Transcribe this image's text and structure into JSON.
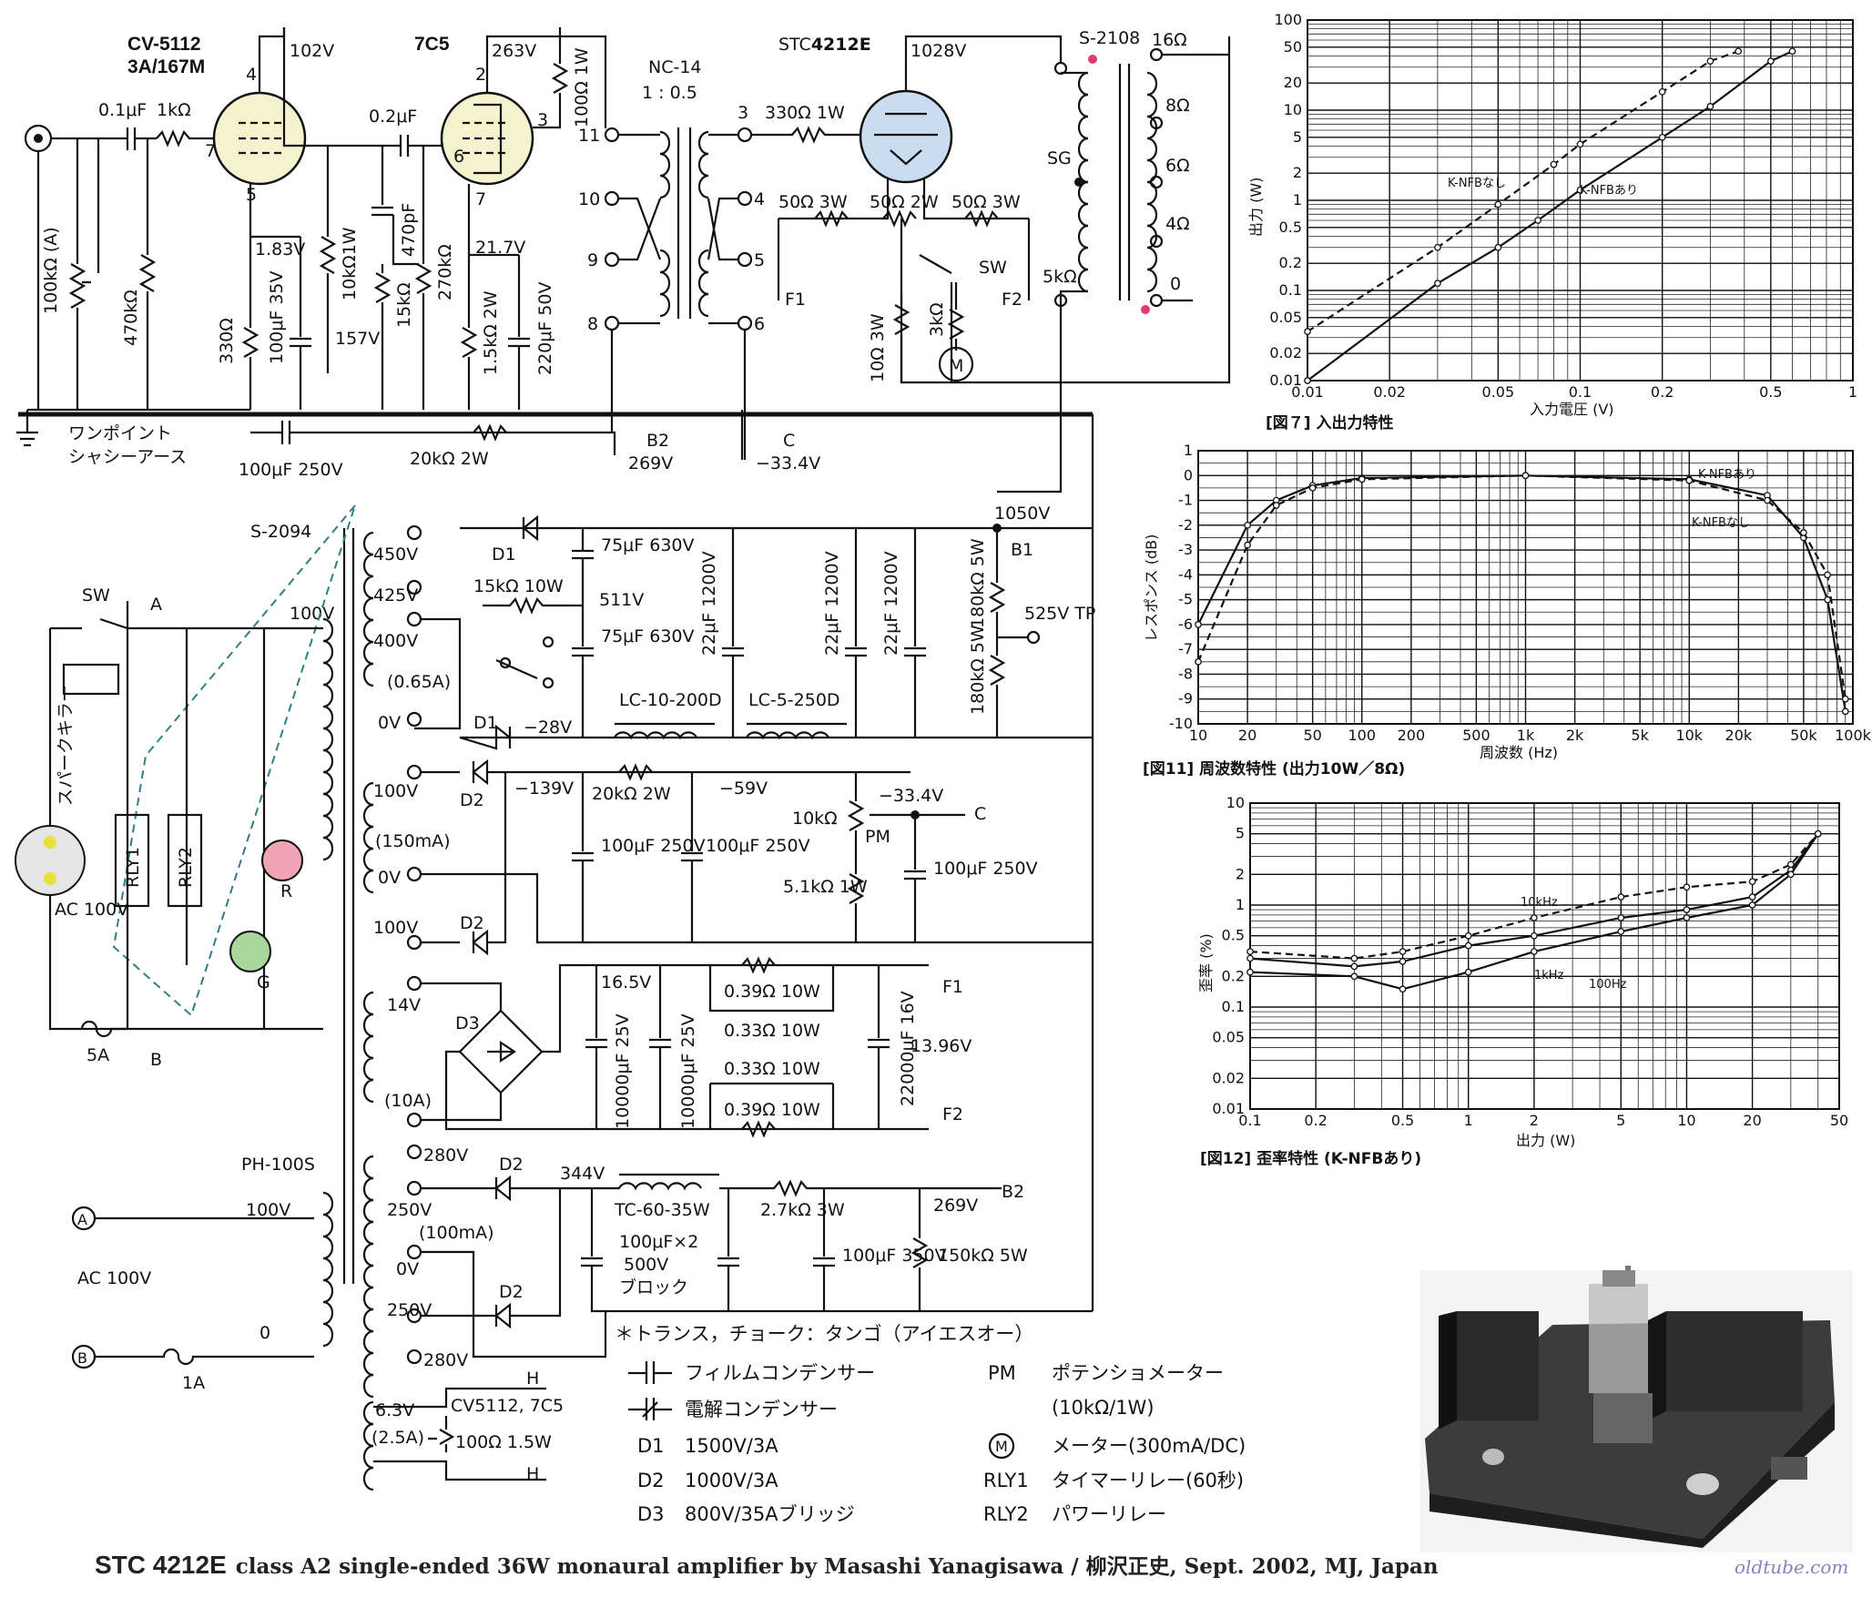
{
  "tubes": {
    "v1": {
      "name": "CV-5112",
      "sub": "3A/167M",
      "plate_v": "102V",
      "cathode_v": "1.83V",
      "pin_a": "4",
      "pin_g": "7",
      "pin_k": "5"
    },
    "v2": {
      "name": "7C5",
      "plate_v": "263V",
      "cathode_v": "21.7V",
      "screen_v": "157V",
      "pin_a": "2",
      "pin_g": "6",
      "pin_k": "7",
      "pin_s": "3"
    },
    "v3": {
      "name_pre": "STC",
      "name_bold": "4212E",
      "plate_v": "1028V"
    }
  },
  "input_section": {
    "r_vol": "100kΩ (A)",
    "r_grid": "470kΩ",
    "c_in": "0.1μF",
    "r_stop": "1kΩ",
    "r_cath": "330Ω",
    "c_cath": "100μF 35V",
    "r_plate": "10kΩ1W",
    "c_coup": "0.2μF",
    "c_comp": "470pF",
    "r_pot": "15kΩ",
    "r_g2": "270kΩ",
    "r_k2": "1.5kΩ 2W",
    "c_k2": "220μF 50V",
    "r_scr": "100Ω 1W",
    "ground_label": [
      "ワンポイント",
      "シャシーアース"
    ],
    "c_dec": "100μF 250V",
    "r_dec": "20kΩ 2W",
    "b2_label": "B2",
    "b2_v": "269V",
    "c_label": "C",
    "c_v": "−33.4V"
  },
  "interstage": {
    "name": "NC-14",
    "ratio": "1 : 0.5",
    "pins": [
      "11",
      "10",
      "9",
      "8",
      "3",
      "4",
      "5",
      "6"
    ]
  },
  "output_section": {
    "r_grid": "330Ω 1W",
    "r_fil1": "50Ω 3W",
    "r_fil_pot": "50Ω 2W",
    "r_fil2": "50Ω 3W",
    "f1": "F1",
    "f2": "F2",
    "sw": "SW",
    "r_sh": "10Ω 3W",
    "r_m": "3kΩ",
    "meter": "M",
    "opt_name": "S-2108",
    "taps": [
      "16Ω",
      "8Ω",
      "6Ω",
      "4Ω",
      "0"
    ],
    "sg": "SG",
    "p5k": "5kΩ"
  },
  "psu_main": {
    "name": "S-2094",
    "taps": [
      "450V",
      "425V",
      "400V",
      "(0.65A)",
      "0V",
      "100V"
    ],
    "d1": "D1",
    "d2": "D2",
    "d3": "D3",
    "c_hv1": "75μF 630V",
    "c_hv2": "75μF 630V",
    "r_bleed": "15kΩ 10W",
    "v_mid": "511V",
    "neg28": "−28V",
    "c_22a": "22μF 1200V",
    "c_22b": "22μF 1200V",
    "c_22c": "22μF 1200V",
    "ch1": "LC-10-200D",
    "ch2": "LC-5-250D",
    "b1": "B1",
    "v1050": "1050V",
    "r_180a": "180kΩ 5W",
    "r_180b": "180kΩ 5W",
    "tp": "525V TP",
    "bias_taps": [
      "100V",
      "(150mA)",
      "0V",
      "100V"
    ],
    "neg139": "−139V",
    "neg59": "−59V",
    "r_bias": "20kΩ 2W",
    "c_bias1": "100μF 250V",
    "c_bias2": "100μF 250V",
    "pm": "PM",
    "r_pm": "10kΩ",
    "r_51": "5.1kΩ 1W",
    "c_bias3": "100μF 250V",
    "bias_out": "−33.4V",
    "bias_c": "C",
    "fil_taps": [
      "14V",
      "(10A)"
    ],
    "v165": "16.5V",
    "c_f1": "10000μF 25V",
    "c_f2": "10000μF 25V",
    "r_f1": "0.39Ω 10W",
    "r_f2": "0.33Ω 10W",
    "r_f3": "0.33Ω 10W",
    "r_f4": "0.39Ω 10W",
    "c_f3": "22000μF 16V",
    "v1396": "13.96V"
  },
  "mains": {
    "sw": "SW",
    "spark": "スパークキラー",
    "ac": "AC 100V",
    "rly1": "RLY1",
    "rly2": "RLY2",
    "fuse": "5A",
    "lamp_r": "R",
    "lamp_g": "G",
    "node_a": "A",
    "node_b": "B"
  },
  "psu_aux": {
    "name": "PH-100S",
    "taps": [
      "280V",
      "250V",
      "(100mA)",
      "0V",
      "250V",
      "280V"
    ],
    "pri": [
      "100V",
      "0"
    ],
    "ac": "AC 100V",
    "fuse": "1A",
    "d2": "D2",
    "v344": "344V",
    "choke": "TC-60-35W",
    "c_blk": [
      "100μF×2",
      "500V",
      "ブロック"
    ],
    "r_27k": "2.7kΩ 3W",
    "c_100": "100μF 350V",
    "r_150k": "150kΩ 5W",
    "b2_v": "269V",
    "b2": "B2",
    "heater": [
      "6.3V",
      "(2.5A)"
    ],
    "heater_tubes": "CV5112, 7C5",
    "h": "H",
    "r_hum": "100Ω 1.5W"
  },
  "legend": {
    "note": "＊トランス，チョーク：タンゴ（アイエスオー）",
    "film": "フィルムコンデンサー",
    "elec": "電解コンデンサー",
    "d1": [
      "D1",
      "1500V/3A"
    ],
    "d2": [
      "D2",
      "1000V/3A"
    ],
    "d3": [
      "D3",
      "800V/35Aブリッジ"
    ],
    "pm": [
      "PM",
      "ポテンショメーター",
      "(10kΩ/1W)"
    ],
    "m": [
      "M",
      "メーター(300mA/DC)"
    ],
    "rly1": [
      "RLY1",
      "タイマーリレー(60秒)"
    ],
    "rly2": [
      "RLY2",
      "パワーリレー"
    ]
  },
  "footer": {
    "title_big": "STC 4212E",
    "title_rest": "class A2 single-ended 36W monaural amplifier by Masashi Yanagisawa / 柳沢正史, Sept. 2002, MJ, Japan",
    "site": "oldtube.com"
  },
  "chart_data": [
    {
      "type": "line",
      "title": "[図７] 入出力特性",
      "xlabel": "入力電圧 (V)",
      "ylabel": "出力 (W)",
      "xscale": "log",
      "yscale": "log",
      "xlim": [
        0.01,
        1
      ],
      "ylim": [
        0.01,
        100
      ],
      "xticks": [
        "0.01",
        "0.02",
        "0.05",
        "0.1",
        "0.2",
        "0.5",
        "1"
      ],
      "yticks": [
        "0.01",
        "0.02",
        "0.05",
        "0.1",
        "0.2",
        "0.5",
        "1",
        "2",
        "5",
        "10",
        "20",
        "50",
        "100"
      ],
      "series": [
        {
          "name": "K-NFBなし",
          "dash": true,
          "x": [
            0.01,
            0.03,
            0.05,
            0.08,
            0.1,
            0.2,
            0.3,
            0.38
          ],
          "y": [
            0.035,
            0.3,
            0.9,
            2.5,
            4.2,
            16,
            35,
            45
          ]
        },
        {
          "name": "K-NFBあり",
          "dash": false,
          "x": [
            0.01,
            0.03,
            0.05,
            0.07,
            0.1,
            0.2,
            0.3,
            0.5,
            0.6
          ],
          "y": [
            0.01,
            0.12,
            0.3,
            0.6,
            1.3,
            5,
            11,
            35,
            45
          ]
        }
      ]
    },
    {
      "type": "line",
      "title": "[図11] 周波数特性 (出力10W／8Ω)",
      "xlabel": "周波数 (Hz)",
      "ylabel": "レスポンス (dB)",
      "xscale": "log",
      "xlim": [
        10,
        100000
      ],
      "ylim": [
        -10,
        1
      ],
      "xticks": [
        "10",
        "20",
        "50",
        "100",
        "200",
        "500",
        "1k",
        "2k",
        "5k",
        "10k",
        "20k",
        "50k",
        "100k"
      ],
      "yticks": [
        "1",
        "0",
        "-1",
        "-2",
        "-3",
        "-4",
        "-5",
        "-6",
        "-7",
        "-8",
        "-9",
        "-10"
      ],
      "series": [
        {
          "name": "K-NFBあり",
          "dash": false,
          "x": [
            10,
            20,
            30,
            50,
            100,
            1000,
            10000,
            30000,
            50000,
            70000,
            90000
          ],
          "y": [
            -6,
            -2,
            -1.0,
            -0.4,
            -0.1,
            0,
            -0.15,
            -0.8,
            -2.5,
            -5,
            -9.5
          ]
        },
        {
          "name": "K-NFBなし",
          "dash": true,
          "x": [
            10,
            20,
            30,
            50,
            100,
            1000,
            10000,
            30000,
            50000,
            70000,
            90000
          ],
          "y": [
            -7.5,
            -2.8,
            -1.2,
            -0.5,
            -0.15,
            0,
            -0.2,
            -1.0,
            -2.3,
            -4,
            -9
          ]
        }
      ]
    },
    {
      "type": "line",
      "title": "[図12] 歪率特性 (K-NFBあり)",
      "xlabel": "出力 (W)",
      "ylabel": "歪率 (%)",
      "xscale": "log",
      "yscale": "log",
      "xlim": [
        0.1,
        50
      ],
      "ylim": [
        0.01,
        10
      ],
      "xticks": [
        "0.1",
        "0.2",
        "0.5",
        "1",
        "2",
        "5",
        "10",
        "20",
        "50"
      ],
      "yticks": [
        "0.01",
        "0.02",
        "0.05",
        "0.1",
        "0.2",
        "0.5",
        "1",
        "2",
        "5",
        "10"
      ],
      "series": [
        {
          "name": "10kHz",
          "dash": true,
          "x": [
            0.1,
            0.3,
            0.5,
            1,
            2,
            5,
            10,
            20,
            30,
            40
          ],
          "y": [
            0.35,
            0.3,
            0.35,
            0.5,
            0.75,
            1.2,
            1.5,
            1.7,
            2.5,
            5
          ]
        },
        {
          "name": "1kHz",
          "dash": false,
          "x": [
            0.1,
            0.3,
            0.5,
            1,
            2,
            5,
            10,
            20,
            30,
            40
          ],
          "y": [
            0.3,
            0.25,
            0.28,
            0.4,
            0.5,
            0.75,
            0.9,
            1.2,
            2.2,
            5
          ]
        },
        {
          "name": "100Hz",
          "dash": false,
          "x": [
            0.1,
            0.3,
            0.5,
            1,
            2,
            5,
            10,
            20,
            30,
            40
          ],
          "y": [
            0.22,
            0.2,
            0.15,
            0.22,
            0.35,
            0.55,
            0.75,
            1.0,
            2.0,
            5
          ]
        }
      ]
    }
  ]
}
